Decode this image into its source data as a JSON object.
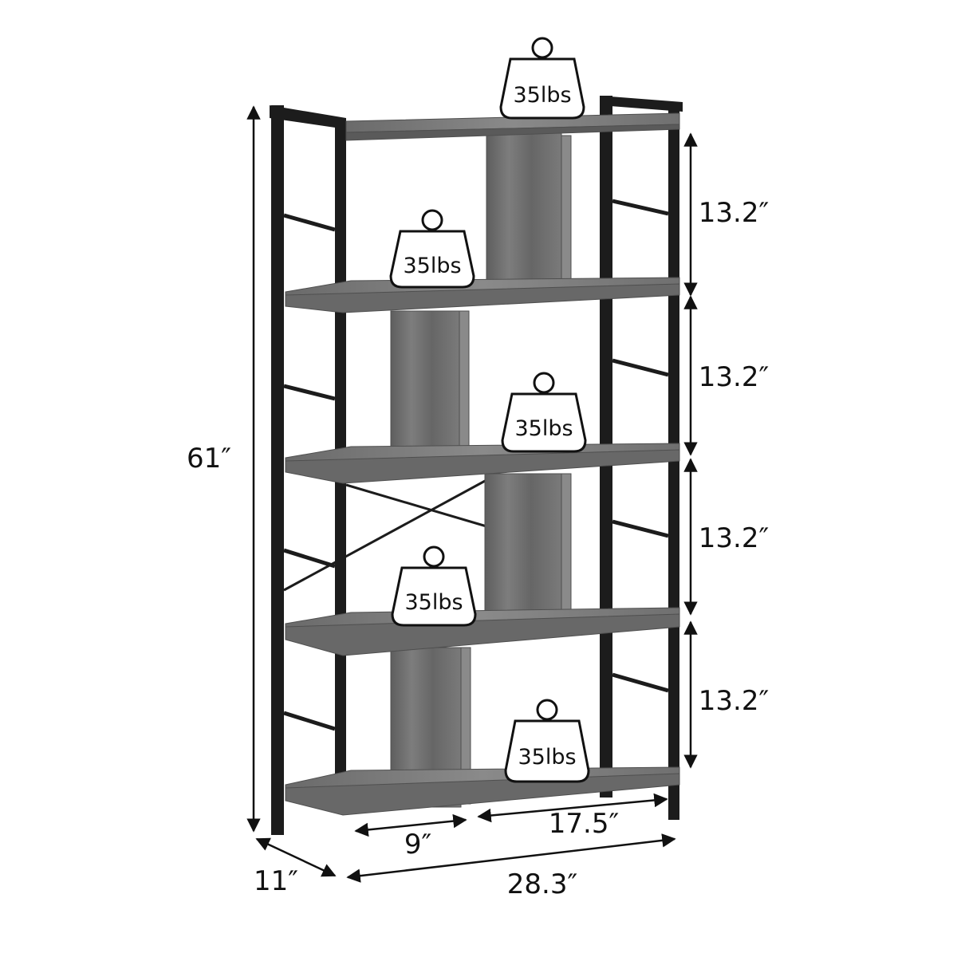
{
  "dimensions": {
    "height_total": "61″",
    "shelf_gap": [
      "13.2″",
      "13.2″",
      "13.2″",
      "13.2″"
    ],
    "depth": "11″",
    "width_total": "28.3″",
    "small_section": "9″",
    "large_section": "17.5″"
  },
  "weights": [
    "35lbs",
    "35lbs",
    "35lbs",
    "35lbs",
    "35lbs"
  ],
  "colors": {
    "frame": "#1c1c1c",
    "board": "#6f6f6f",
    "board_edge": "#4f4f4f",
    "panel": "#7a7a7a",
    "line": "#111111"
  }
}
